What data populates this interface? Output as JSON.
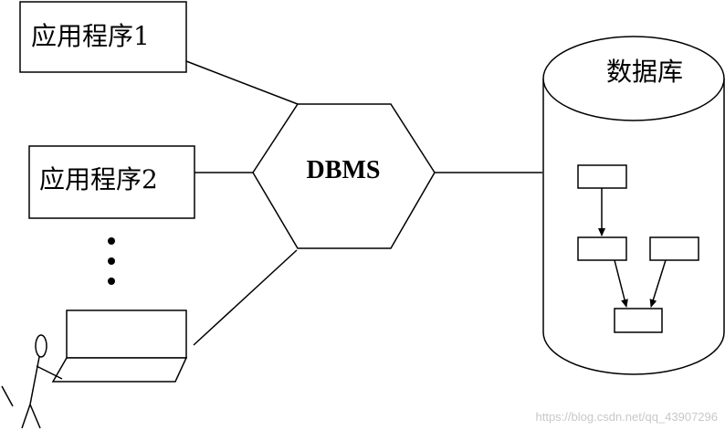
{
  "diagram": {
    "app1_label": "应用程序1",
    "app2_label": "应用程序2",
    "dbms_label": "DBMS",
    "database_label": "数据库"
  },
  "watermark": {
    "text": "https://blog.csdn.net/qq_43907296"
  },
  "colors": {
    "stroke": "#000000",
    "background": "#ffffff",
    "watermark": "#c8c8c8"
  }
}
